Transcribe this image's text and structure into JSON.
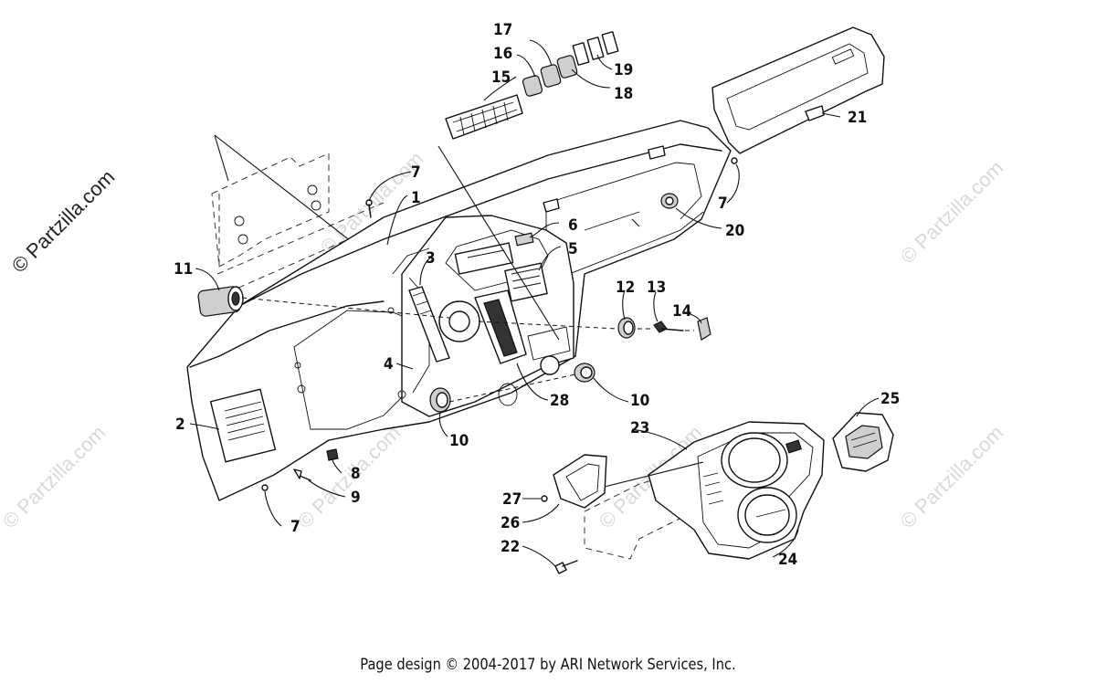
{
  "watermark": {
    "side_text": "© Partzilla.com",
    "tile_text": "© Partzilla.com"
  },
  "callouts": {
    "c1": "1",
    "c2": "2",
    "c3": "3",
    "c4": "4",
    "c5": "5",
    "c6": "6",
    "c7a": "7",
    "c7b": "7",
    "c7c": "7",
    "c8": "8",
    "c9": "9",
    "c10a": "10",
    "c10b": "10",
    "c11": "11",
    "c12": "12",
    "c13": "13",
    "c14": "14",
    "c15": "15",
    "c16": "16",
    "c17": "17",
    "c18": "18",
    "c19": "19",
    "c20": "20",
    "c21": "21",
    "c22": "22",
    "c23": "23",
    "c24": "24",
    "c25": "25",
    "c26": "26",
    "c27": "27",
    "c28": "28"
  },
  "footer": {
    "text": "Page design © 2004-2017 by ARI Network Services, Inc."
  },
  "colors": {
    "line": "#111111",
    "watermark": "#d9d9d9",
    "background": "#ffffff"
  }
}
